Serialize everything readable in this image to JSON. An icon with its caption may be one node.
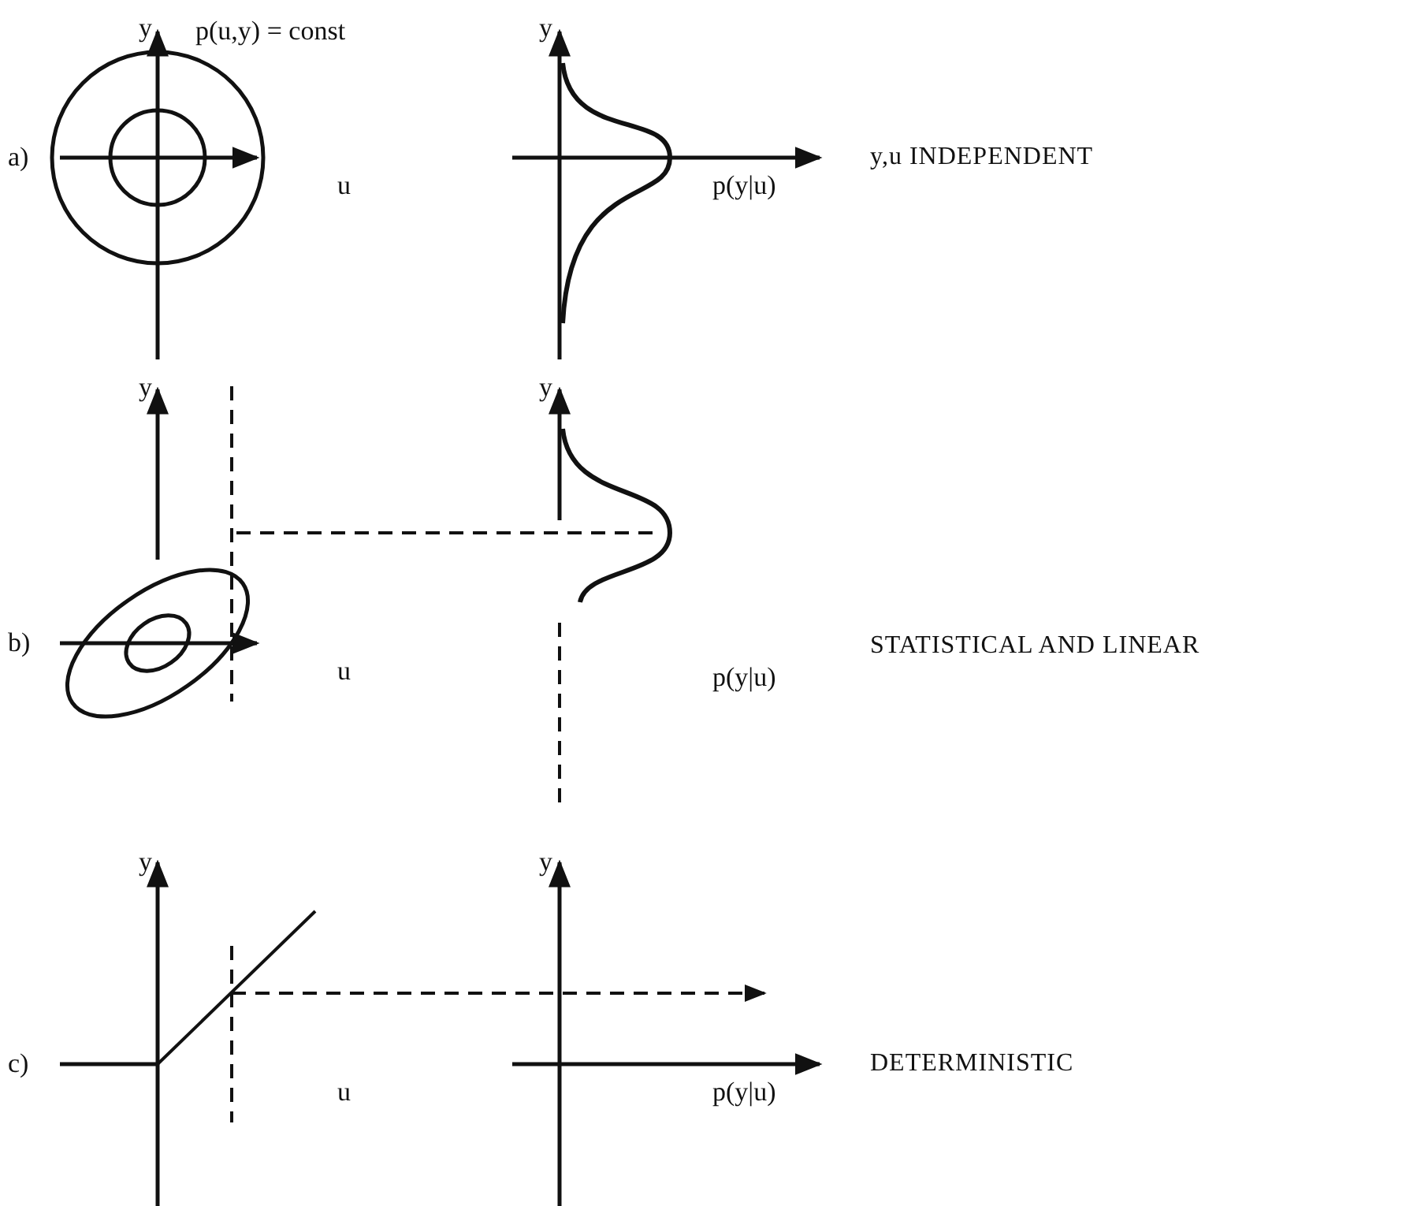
{
  "diagram": {
    "labels": [
      "y",
      "p(u,y) = const",
      "y",
      "a)",
      "u",
      "p(y|u)",
      "y,u INDEPENDENT",
      "y",
      "y",
      "b)",
      "u",
      "STATISTICAL AND LINEAR",
      "p(y|u)",
      "y",
      "y",
      "c)",
      "u",
      "DETERMINISTIC",
      "p(y|u)"
    ]
  }
}
